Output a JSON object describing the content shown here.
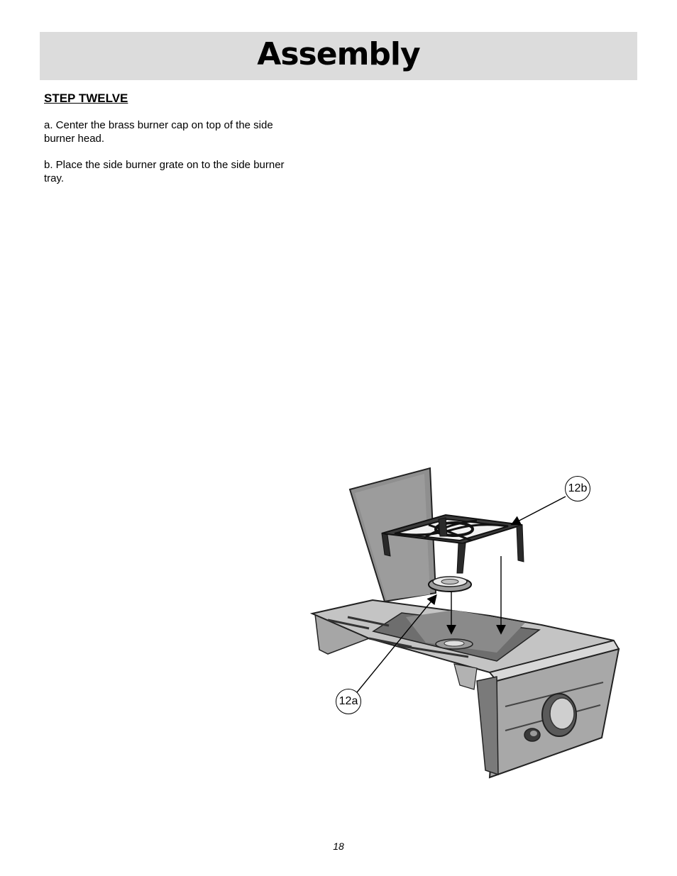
{
  "header": {
    "title": "Assembly"
  },
  "step": {
    "heading": "STEP TWELVE",
    "items": [
      {
        "text": "a. Center the brass burner cap on top of the side burner head."
      },
      {
        "text": "b. Place the side burner grate on to the side burner tray."
      }
    ]
  },
  "figure": {
    "callouts": [
      {
        "label": "12b"
      },
      {
        "label": "12a"
      }
    ]
  },
  "footer": {
    "page_number": "18"
  }
}
